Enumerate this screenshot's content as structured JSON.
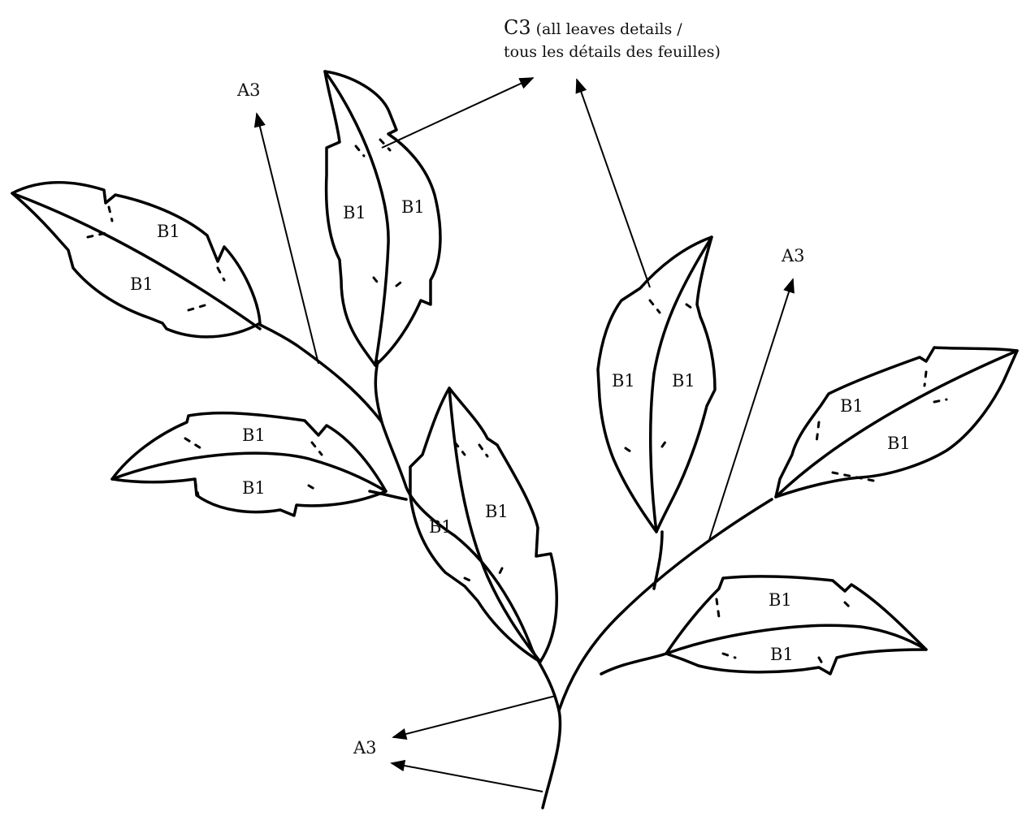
{
  "labels": {
    "c3_main": "C3",
    "c3_line1": "(all leaves details /",
    "c3_line2": "tous les détails des feuilles)",
    "a3": "A3",
    "b1": "B1"
  }
}
